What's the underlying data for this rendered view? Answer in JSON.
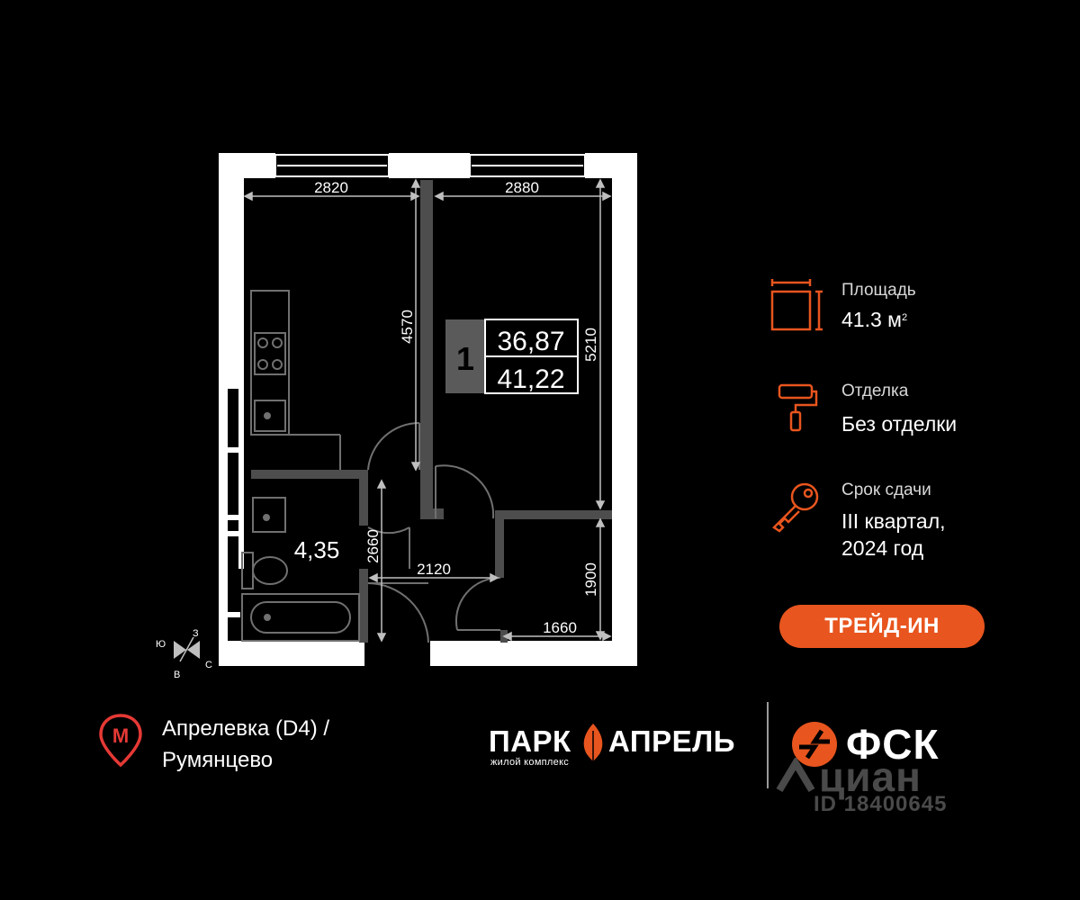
{
  "plan": {
    "dimensions": [
      "2820",
      "2880",
      "4570",
      "5210",
      "2660",
      "2120",
      "1900",
      "1660"
    ],
    "room_number": "1",
    "living_area": "36,87",
    "total_area": "41,22",
    "bathroom_area": "4,35",
    "compass": [
      "З",
      "Ю",
      "С",
      "В"
    ]
  },
  "info": {
    "area_label": "Площадь",
    "area_value": "41.3 м",
    "area_unit_sup": "2",
    "finish_label": "Отделка",
    "finish_value": "Без отделки",
    "delivery_label": "Срок сдачи",
    "delivery_line1": "III квартал,",
    "delivery_line2": "2024 год"
  },
  "trade_in_label": "ТРЕЙД-ИН",
  "metro": {
    "icon_letter": "М",
    "line1": "Апрелевка (D4)  /",
    "line2": "Румянцево"
  },
  "brand": {
    "park_word1": "ПАРК",
    "park_word2": "АПРЕЛЬ",
    "park_subtitle": "жилой комплекс",
    "fsk": "ФСК"
  },
  "watermark": {
    "text": "циан",
    "id": "ID 18400645"
  },
  "colors": {
    "accent": "#e8551e",
    "metro_red": "#e53935",
    "wall": "#ffffff",
    "partition": "#555555",
    "badge_bg": "#5a5a5a"
  }
}
